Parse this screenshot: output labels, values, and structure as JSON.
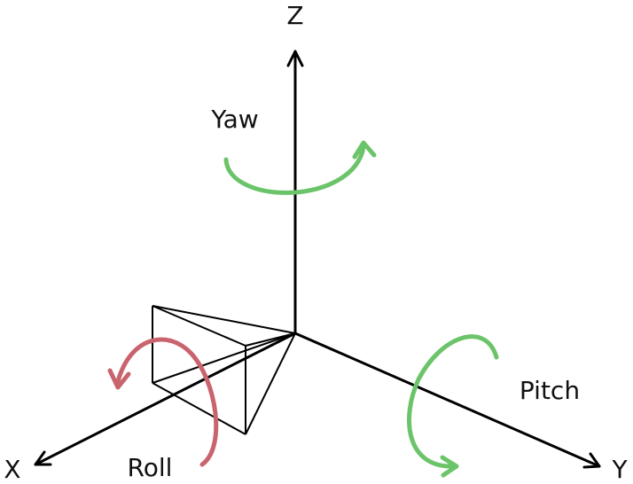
{
  "labels": {
    "z_axis": "Z",
    "x_axis": "X",
    "y_axis": "Y",
    "yaw": "Yaw",
    "pitch": "Pitch",
    "roll": "Roll"
  },
  "colors": {
    "axis": "#000000",
    "yaw_arrow": "#6cc46a",
    "pitch_arrow": "#6cc46a",
    "roll_arrow": "#c9646e"
  }
}
